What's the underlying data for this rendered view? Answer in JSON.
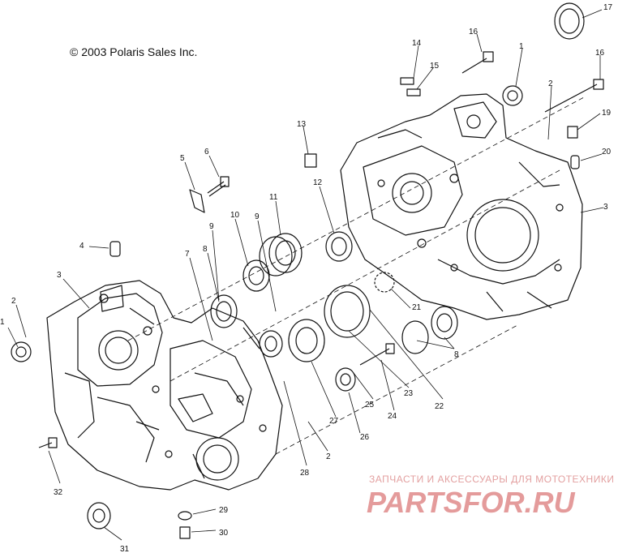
{
  "copyright": "© 2003 Polaris Sales Inc.",
  "watermark": {
    "tagline": "ЗАПЧАСТИ И АКСЕССУАРЫ ДЛЯ МОТОТЕХНИКИ",
    "logo_text": "PARTSFOR.RU",
    "color": "#e08a8a"
  },
  "callouts": {
    "c1a": "1",
    "c1b": "1",
    "c2a": "2",
    "c2b": "2",
    "c2c": "2",
    "c3a": "3",
    "c3b": "3",
    "c4": "4",
    "c5": "5",
    "c6": "6",
    "c7": "7",
    "c8a": "8",
    "c8b": "8",
    "c9a": "9",
    "c9b": "9",
    "c10": "10",
    "c11": "11",
    "c12": "12",
    "c13": "13",
    "c14": "14",
    "c15": "15",
    "c16a": "16",
    "c16b": "16",
    "c17": "17",
    "c19": "19",
    "c20": "20",
    "c21": "21",
    "c22": "22",
    "c23": "23",
    "c24": "24",
    "c25": "25",
    "c26": "26",
    "c27": "27",
    "c28": "28",
    "c29": "29",
    "c30": "30",
    "c31": "31",
    "c32": "32"
  }
}
